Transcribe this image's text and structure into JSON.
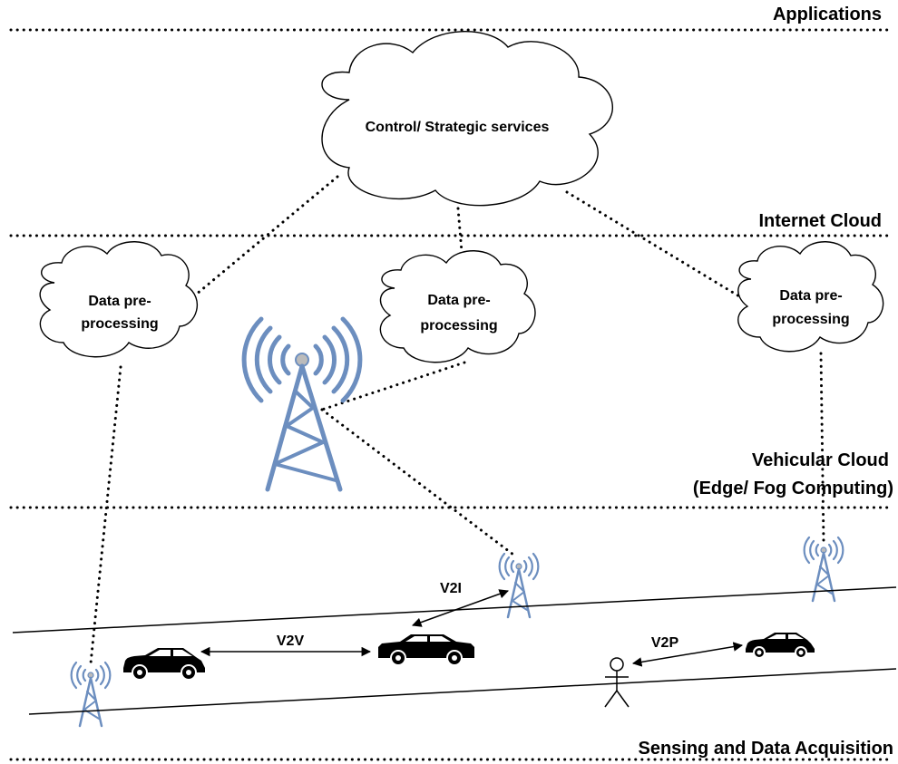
{
  "layers": {
    "applications": "Applications",
    "internet_cloud": "Internet Cloud",
    "vehicular_cloud_line1": "Vehicular Cloud",
    "vehicular_cloud_line2": "(Edge/ Fog Computing)",
    "sensing": "Sensing and Data Acquisition"
  },
  "clouds": {
    "main": "Control/ Strategic services",
    "pre_left_l1": "Data pre-",
    "pre_left_l2": "processing",
    "pre_center_l1": "Data pre-",
    "pre_center_l2": "processing",
    "pre_right_l1": "Data pre-",
    "pre_right_l2": "processing"
  },
  "links": {
    "v2v": "V2V",
    "v2i": "V2I",
    "v2p": "V2P"
  },
  "icons": {
    "tower": "cell-tower-icon",
    "car": "car-icon",
    "pedestrian": "pedestrian-icon",
    "tower_color": "#6c8ebf"
  }
}
